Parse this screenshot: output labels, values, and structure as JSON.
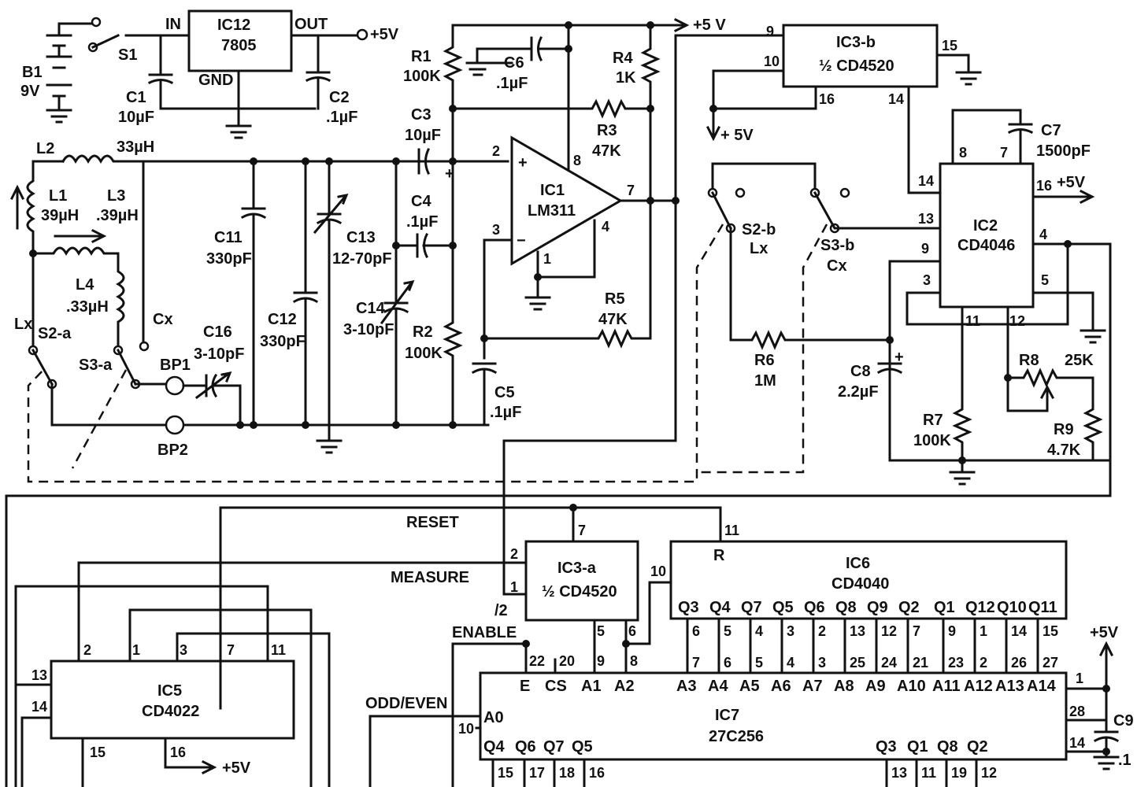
{
  "labels": {
    "b1": "B1",
    "b1_val": "9V",
    "s1": "S1",
    "in": "IN",
    "out": "OUT",
    "gnd": "GND",
    "ic12": "IC12",
    "ic12_part": "7805",
    "plus5v": "+5V",
    "plus5v_b": "+5 V",
    "plus5v_c": "+ 5V",
    "c1": "C1",
    "c1_val": "10µF",
    "c2": "C2",
    "c2_val": ".1µF",
    "r1": "R1",
    "r1_val": "100K",
    "c6": "C6",
    "c6_val": ".1µF",
    "r4": "R4",
    "r4_val": "1K",
    "c3": "C3",
    "c3_val": "10µF",
    "r3": "R3",
    "r3_val": "47K",
    "l2": "L2",
    "l2_val": "33µH",
    "l1": "L1",
    "l1_val": "39µH",
    "l3": "L3",
    "l3_val": ".39µH",
    "l4": "L4",
    "l4_val": ".33µH",
    "c11": "C11",
    "c11_val": "330pF",
    "c12": "C12",
    "c12_val": "330pF",
    "c13": "C13",
    "c13_val": "12-70pF",
    "c14": "C14",
    "c14_val": "3-10pF",
    "c4": "C4",
    "c4_val": ".1µF",
    "ic1": "IC1",
    "ic1_part": "LM311",
    "r5": "R5",
    "r5_val": "47K",
    "r2": "R2",
    "r2_val": "100K",
    "c5": "C5",
    "c5_val": ".1µF",
    "c16": "C16",
    "c16_val": "3-10pF",
    "lx": "Lx",
    "cx": "Cx",
    "s2a": "S2-a",
    "s3a": "S3-a",
    "bp1": "BP1",
    "bp2": "BP2",
    "ic3b": "IC3-b",
    "ic3b_part": "½ CD4520",
    "c7": "C7",
    "c7_val": "1500pF",
    "s2b": "S2-b",
    "s3b": "S3-b",
    "ic2": "IC2",
    "ic2_part": "CD4046",
    "r6": "R6",
    "r6_val": "1M",
    "c8": "C8",
    "c8_val": "2.2µF",
    "r8": "R8",
    "r8_val": "25K",
    "r7": "R7",
    "r7_val": "100K",
    "r9": "R9",
    "r9_val": "4.7K",
    "reset": "RESET",
    "measure": "MEASURE",
    "div2": "/2",
    "enable": "ENABLE",
    "odd_even": "ODD/EVEN",
    "ic3a": "IC3-a",
    "ic3a_part": "½ CD4520",
    "ic6": "IC6",
    "ic6_part": "CD4040",
    "ic6_r": "R",
    "ic5": "IC5",
    "ic5_part": "CD4022",
    "ic7": "IC7",
    "ic7_part": "27C256",
    "c9": "C9",
    "c9_val": ".1"
  },
  "ic6_outputs": [
    "Q3",
    "Q4",
    "Q7",
    "Q5",
    "Q6",
    "Q8",
    "Q9",
    "Q2",
    "Q1",
    "Q12",
    "Q10",
    "Q11"
  ],
  "ic6_pins": [
    "6",
    "5",
    "4",
    "3",
    "2",
    "13",
    "12",
    "7",
    "9",
    "1",
    "14",
    "15"
  ],
  "ic7_addr_pins": [
    "7",
    "6",
    "5",
    "4",
    "3",
    "25",
    "24",
    "21",
    "23",
    "2",
    "26",
    "27"
  ],
  "ic7_addr": [
    "A3",
    "A4",
    "A5",
    "A6",
    "A7",
    "A8",
    "A9",
    "A10",
    "A11",
    "A12",
    "A13",
    "A14"
  ],
  "ic7_inputs": [
    "E",
    "CS",
    "A1",
    "A2"
  ],
  "ic7_top_pins": [
    "22",
    "20",
    "9",
    "8"
  ],
  "ic7_left": [
    "A0",
    "Q4",
    "Q6",
    "Q7",
    "Q5",
    "Q3",
    "Q1",
    "Q8",
    "Q2"
  ],
  "ic7_bottom_pins": [
    "15",
    "17",
    "18",
    "16",
    "13",
    "11",
    "19",
    "12"
  ],
  "ic7_side_pins": [
    "10",
    "1",
    "28",
    "14"
  ],
  "ic5_pins_top": [
    "2",
    "1",
    "3",
    "7",
    "11"
  ],
  "ic5_pins_left": [
    "13",
    "14"
  ],
  "ic5_pins_bottom": [
    "15",
    "16"
  ],
  "ic3a_pins": [
    "2",
    "1",
    "7",
    "5",
    "6",
    "10",
    "11"
  ],
  "ic3b_pins": [
    "9",
    "10",
    "15",
    "16",
    "14"
  ],
  "ic2_pins": [
    "8",
    "7",
    "14",
    "16",
    "13",
    "4",
    "9",
    "3",
    "5",
    "11",
    "12"
  ],
  "ic1_pins": [
    "2",
    "3",
    "8",
    "7",
    "4",
    "1"
  ]
}
